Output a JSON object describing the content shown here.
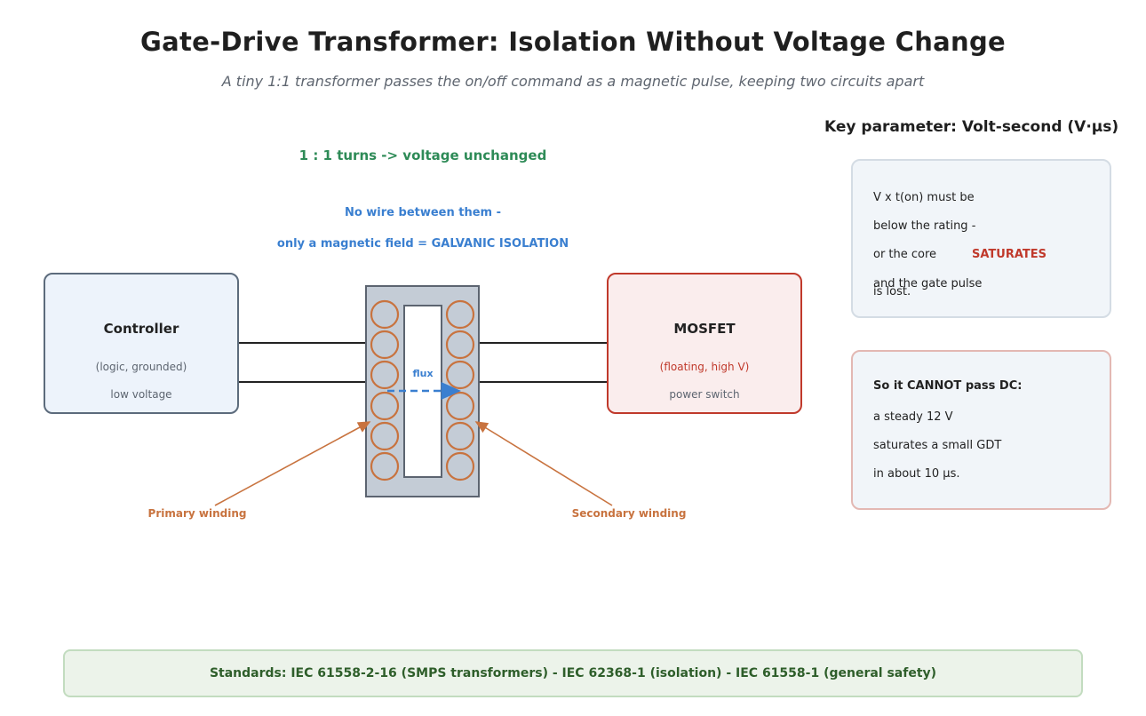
{
  "title": "Gate-Drive Transformer: Isolation Without Voltage Change",
  "subtitle": "A tiny 1:1 transformer passes the on/off command as a magnetic pulse, keeping two circuits apart",
  "ratio_note": "1 : 1 turns  ->  voltage unchanged",
  "isolation_note": {
    "line1": "No wire between them -",
    "line2": "only a magnetic field = GALVANIC ISOLATION"
  },
  "controller": {
    "name": "Controller",
    "line1": "(logic, grounded)",
    "line2": "low voltage"
  },
  "mosfet": {
    "name": "MOSFET",
    "line1": "(floating, high V)",
    "line2": "power switch"
  },
  "transformer": {
    "flux_label": "flux",
    "primary_label": "Primary winding",
    "secondary_label": "Secondary winding"
  },
  "key_parameter": {
    "heading": "Key parameter: Volt-second (V·µs)",
    "line1": "V x t(on) must be",
    "line2": "below the rating -",
    "line3": "or the core",
    "emphasis": "SATURATES",
    "line4": "and the gate pulse",
    "line5": "is lost."
  },
  "dc_note": {
    "heading": "So it CANNOT pass DC:",
    "line1": "a steady 12 V",
    "line2": "saturates a small GDT",
    "line3": "in about 10 µs."
  },
  "standards": "Standards: IEC 61558-2-16 (SMPS transformers)  -  IEC 62368-1 (isolation)  -  IEC 61558-1 (general safety)",
  "colors": {
    "winding": "#c8733f",
    "core": "#c4ccd6",
    "flux": "#3a7fd0",
    "accent_red": "#c0392b",
    "accent_green": "#2e8b57"
  }
}
